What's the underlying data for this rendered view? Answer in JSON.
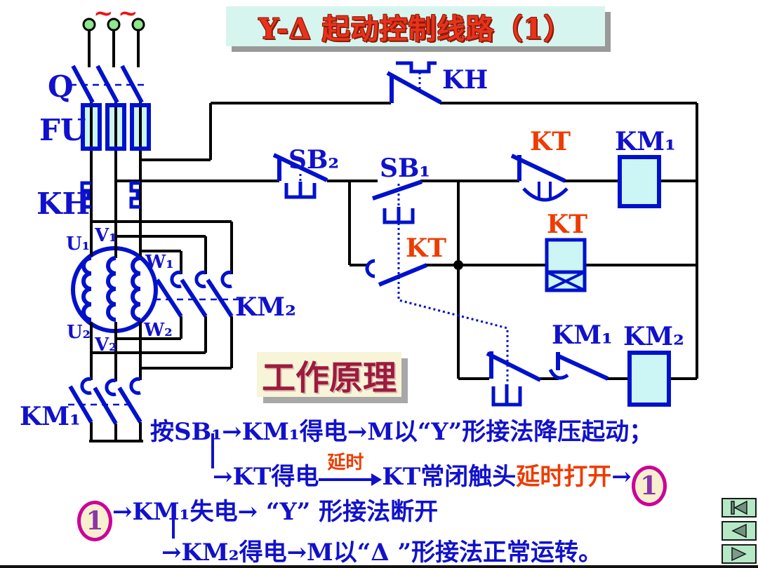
{
  "title": "Y-Δ 起动控制线路（1）",
  "colors": {
    "wire": "#000000",
    "symbol_blue": "#0011cc",
    "label_blue": "#1111cc",
    "label_red": "#ee3c00",
    "coil_fill": "#ccf5f5",
    "terminal_green": "#8de78d",
    "title_bg": "#d7f5ef",
    "title_text": "#e8321c",
    "panel_bg": "#f8f4d8",
    "heading_text": "#9c1b3e",
    "badge_ring": "#cc0099",
    "badge_text": "#8a35a8",
    "nav_bg": "#b5e9c6",
    "nav_icon": "#6e937f"
  },
  "power_circuit": {
    "phase_marks": "~",
    "switch_label": "Q",
    "fuse_label": "FU",
    "overload_label": "KH",
    "motor_terminals": {
      "u1": "U₁",
      "v1": "V₁",
      "w1": "W₁",
      "u2": "U₂",
      "v2": "V₂",
      "w2": "W₂"
    },
    "delta_contactor_label": "KM₂",
    "star_contactor_label": "KM₁"
  },
  "control_circuit": {
    "overload_contact_label": "KH",
    "stop_button_label": "SB₂",
    "start_button_label": "SB₁",
    "timer_nc_contact_label": "KT",
    "timer_no_contact_label": "KT",
    "timer_coil_label": "KT",
    "km1_coil_label": "KM₁",
    "km1_interlock_label": "KM₁",
    "km2_coil_label": "KM₂"
  },
  "principle": {
    "heading": "工作原理",
    "line1": "按SB₁→KM₁得电→M以“Y”形接法降压起动；",
    "line2_start": "→KT得电",
    "line2_delay_label": "延时",
    "line2_after_arrow": "KT常闭触头",
    "line2_delay_open": "延时打开",
    "line2_arrow2": "→",
    "badge1": "1",
    "badge2": "1",
    "line3_after_badge": "→KM₁失电→ “Y” 形接法断开",
    "line4": "→KM₂得电→M以“Δ ”形接法正常运转。"
  },
  "nav_buttons": {
    "first": "go-to-first",
    "prev": "previous",
    "next": "next"
  }
}
